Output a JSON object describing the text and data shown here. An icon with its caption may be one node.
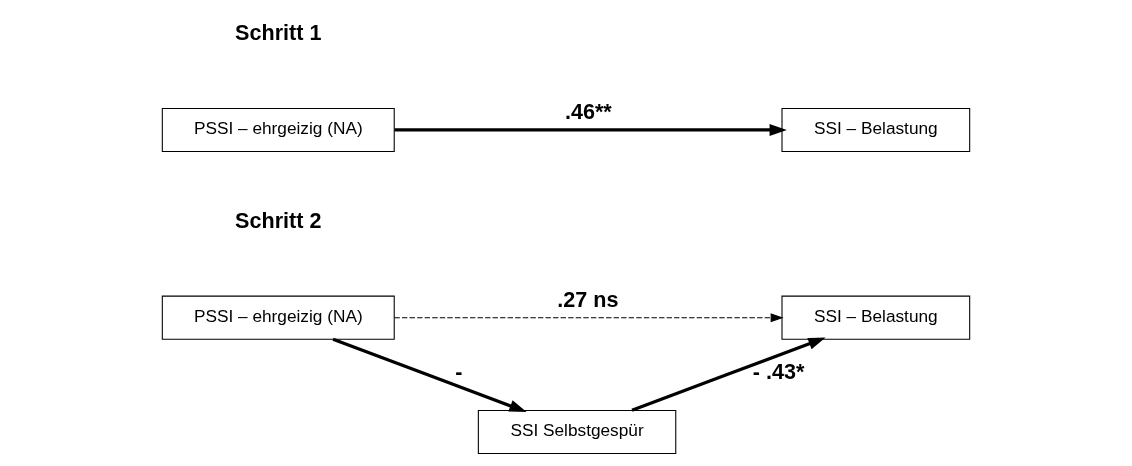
{
  "diagram": {
    "nodes": [
      {
        "text": [
          "PSSI – ehrgeizig (NA)"
        ]
      },
      {
        "text": [
          "SSI – Belastung"
        ]
      },
      {
        "text": [
          "PSSI – ehrgeizig (NA)"
        ]
      },
      {
        "text": [
          "SSI – Belastung"
        ]
      },
      {
        "text": [
          "SSI Selbstgespür"
        ]
      }
    ],
    "edges": [
      {
        "from": 0,
        "to": 1,
        "arrow": "to",
        "label": ".46**"
      },
      {
        "from": 2,
        "to": 3,
        "arrow": "to",
        "label": ".27 ns",
        "style": "dashed"
      },
      {
        "from": 2,
        "to": 4,
        "arrow": "to",
        "label": "-"
      },
      {
        "from": 4,
        "to": 3,
        "arrow": "to",
        "label": "- .43*"
      }
    ],
    "labels": [
      "Schritt 1",
      "Schritt 2"
    ]
  }
}
